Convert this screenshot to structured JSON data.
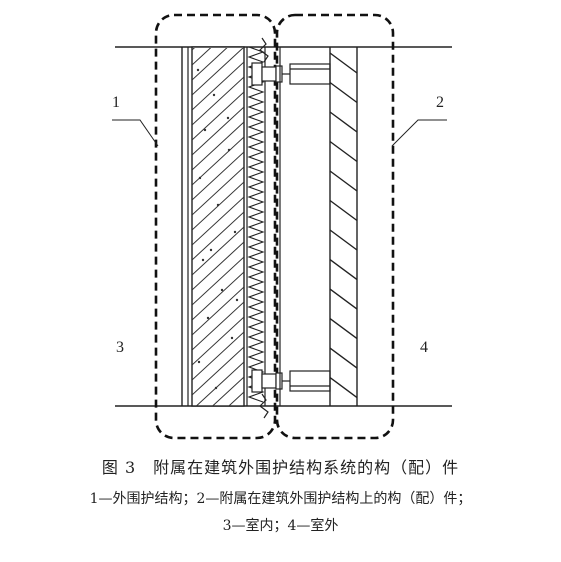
{
  "callouts": {
    "c1": "1",
    "c2": "2",
    "c3": "3",
    "c4": "4"
  },
  "caption": {
    "title": "图 3　附属在建筑外围护结构系统的构（配）件",
    "legend_line1": "1—外围护结构；2—附属在建筑外围护结构上的构（配）件；",
    "legend_line2": "3—室内；4—室外"
  },
  "colors": {
    "line": "#222222",
    "background": "#ffffff"
  }
}
